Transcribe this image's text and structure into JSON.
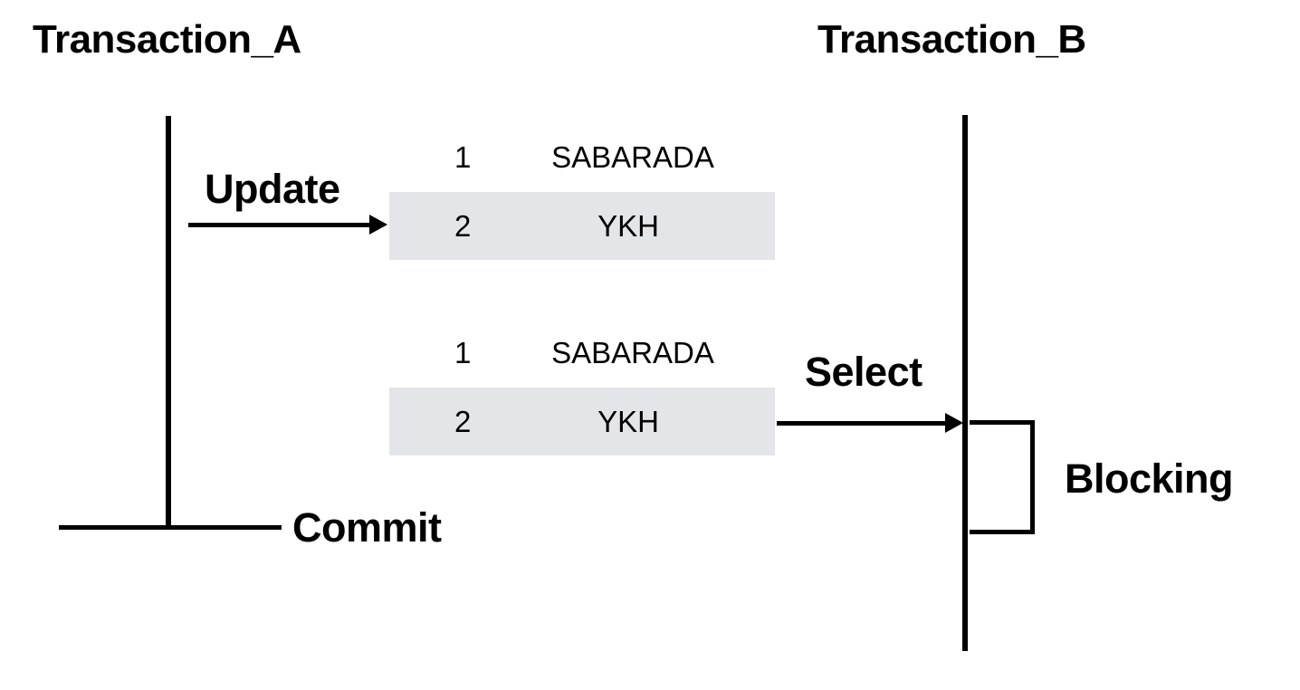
{
  "diagram": {
    "title_a": "Transaction_A",
    "title_b": "Transaction_B",
    "accent_color": "#000000",
    "highlight_row_color": "#e4e5e8",
    "background_color": "#ffffff"
  },
  "messages": {
    "update_label": "Update",
    "select_label": "Select",
    "commit_label": "Commit",
    "blocking_label": "Blocking"
  },
  "tables": [
    {
      "name": "update-result-table",
      "rows": [
        {
          "id": "1",
          "value": "SABARADA",
          "highlighted": false
        },
        {
          "id": "2",
          "value": "YKH",
          "highlighted": true
        }
      ]
    },
    {
      "name": "select-result-table",
      "rows": [
        {
          "id": "1",
          "value": "SABARADA",
          "highlighted": false
        },
        {
          "id": "2",
          "value": "YKH",
          "highlighted": true
        }
      ]
    }
  ]
}
